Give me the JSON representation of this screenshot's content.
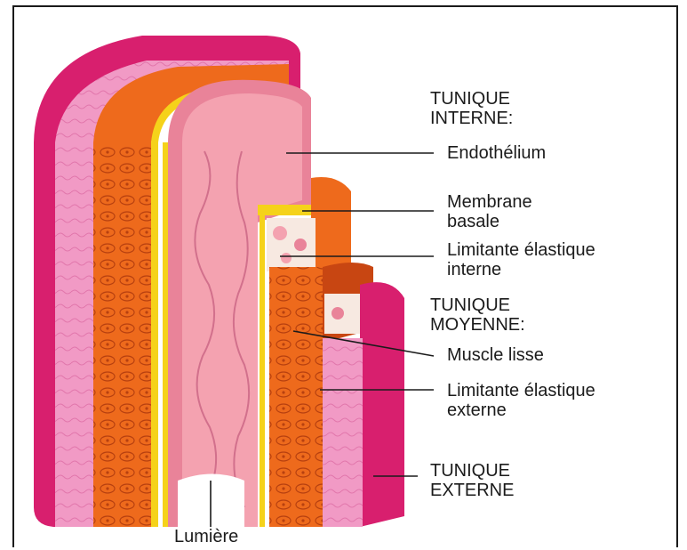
{
  "labels": {
    "tunique_interne": "TUNIQUE\nINTERNE:",
    "endothelium": "Endothélium",
    "membrane_basale": "Membrane\nbasale",
    "limitante_interne": "Limitante élastique\ninterne",
    "tunique_moyenne": "TUNIQUE\nMOYENNE:",
    "muscle_lisse": "Muscle lisse",
    "limitante_externe": "Limitante élastique\nexterne",
    "tunique_externe": "TUNIQUE\nEXTERNE",
    "lumiere": "Lumière"
  },
  "colors": {
    "adventitia_dark": "#d81f6e",
    "adventitia_light": "#f08fc0",
    "muscle": "#ee6a1c",
    "muscle_dark": "#c84612",
    "elastic": "#f5d21a",
    "intima": "#f4a2b0",
    "intima_dark": "#e98399"
  }
}
